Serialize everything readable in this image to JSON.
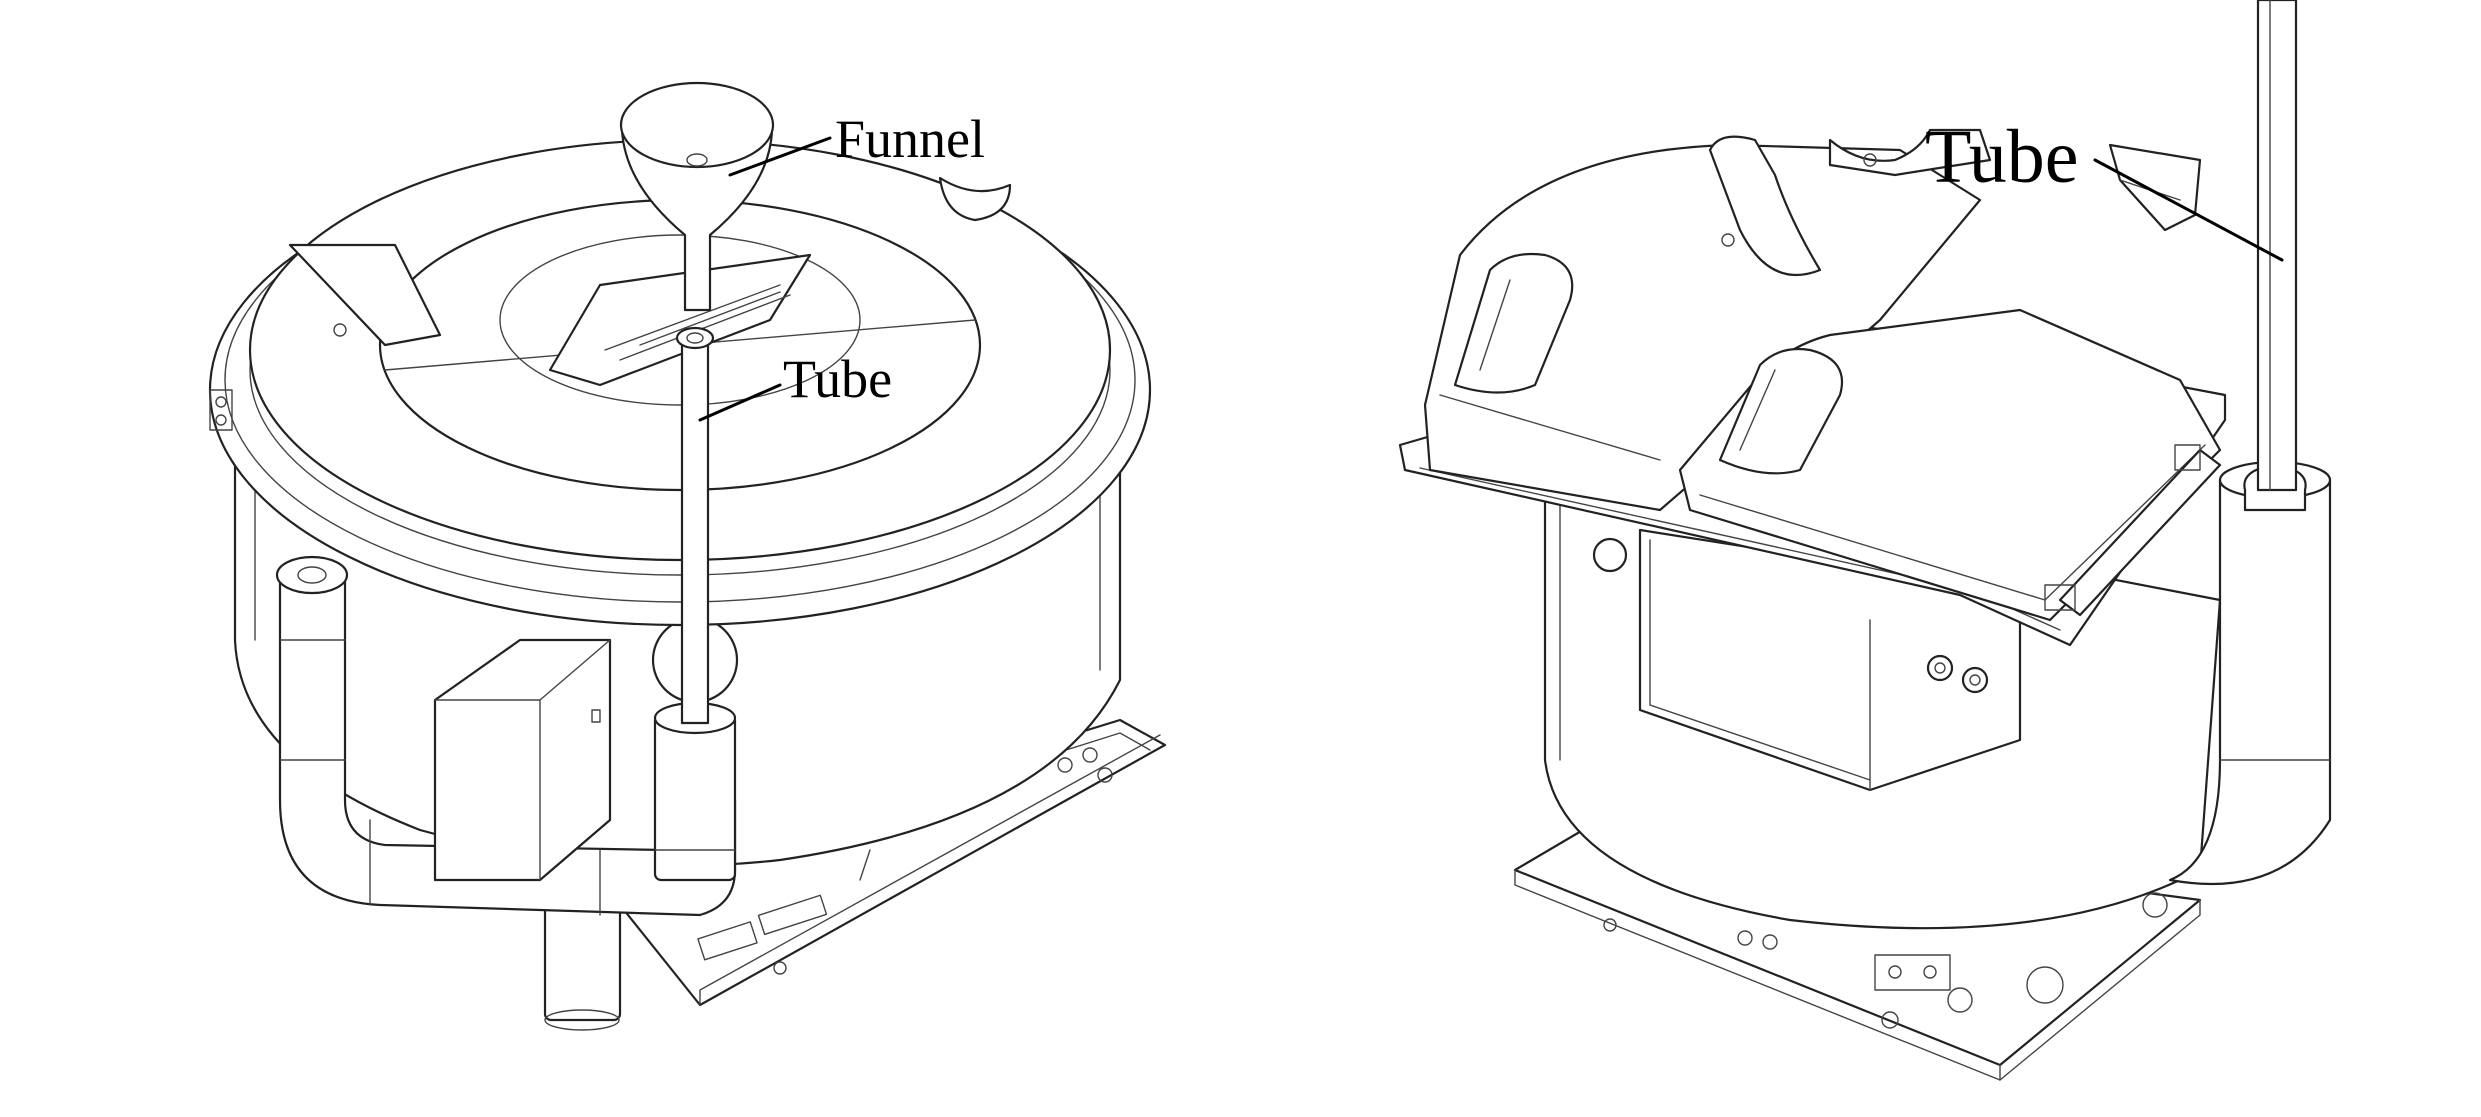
{
  "labels": {
    "left_funnel": "Funnel",
    "left_tube": "Tube",
    "right_tube": "Tube"
  }
}
